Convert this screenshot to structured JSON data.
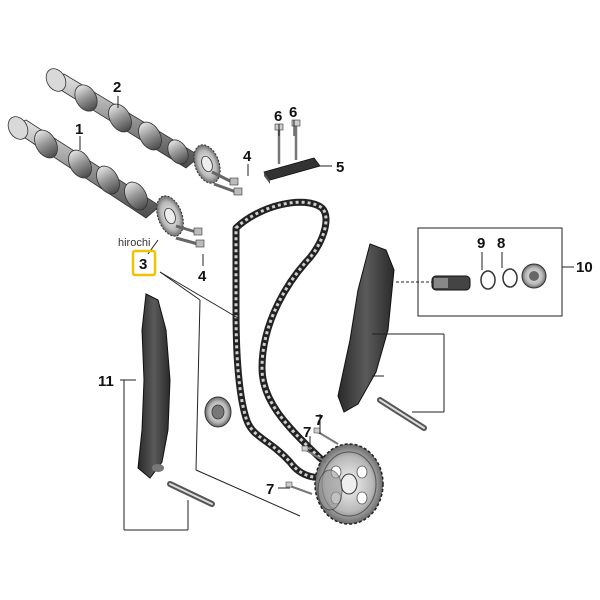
{
  "watermark": "hirochi",
  "colors": {
    "highlight": "#f2c200",
    "part_dark": "#3a3a3a",
    "part_mid": "#8a8a8a",
    "part_light": "#cfcfcf"
  },
  "callouts": {
    "c1": "1",
    "c2": "2",
    "c3": "3",
    "c4a": "4",
    "c4b": "4",
    "c5": "5",
    "c6a": "6",
    "c6b": "6",
    "c7a": "7",
    "c7b": "7",
    "c7c": "7",
    "c8": "8",
    "c9": "9",
    "c10": "10",
    "c11": "11"
  }
}
